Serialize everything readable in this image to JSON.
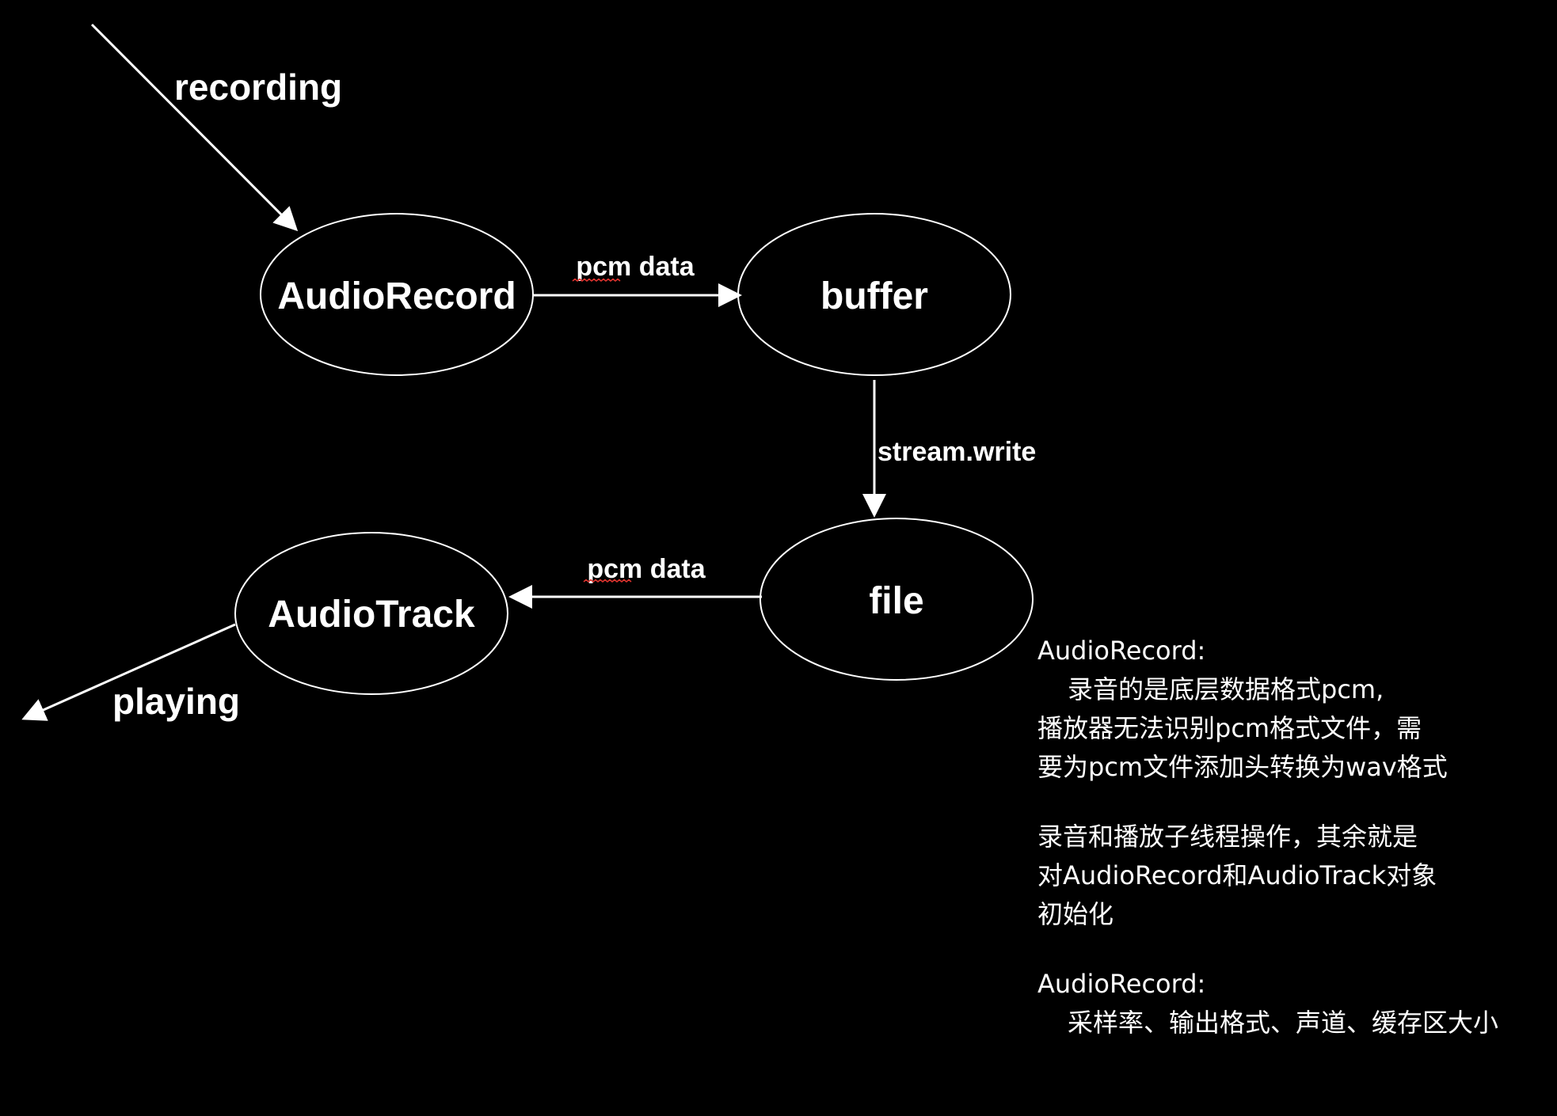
{
  "diagram": {
    "nodes": {
      "audiorecord": "AudioRecord",
      "buffer": "buffer",
      "file": "file",
      "audiotrack": "AudioTrack"
    },
    "edges": {
      "recording": "recording",
      "pcm_data_top": "pcm data",
      "stream_write": "stream.write",
      "pcm_data_bottom": "pcm data",
      "playing": "playing"
    }
  },
  "notes": {
    "block1": {
      "title": "AudioRecord:",
      "line1": "录音的是底层数据格式pcm,",
      "line2": "播放器无法识别pcm格式文件，需",
      "line3": "要为pcm文件添加头转换为wav格式"
    },
    "block2": {
      "line1": "录音和播放子线程操作，其余就是",
      "line2": "对AudioRecord和AudioTrack对象",
      "line3": "初始化"
    },
    "block3": {
      "title": "AudioRecord:",
      "line1": "采样率、输出格式、声道、缓存区大小"
    }
  },
  "colors": {
    "background": "#000000",
    "foreground": "#ffffff",
    "spellcheck_underline": "#e0342f"
  }
}
